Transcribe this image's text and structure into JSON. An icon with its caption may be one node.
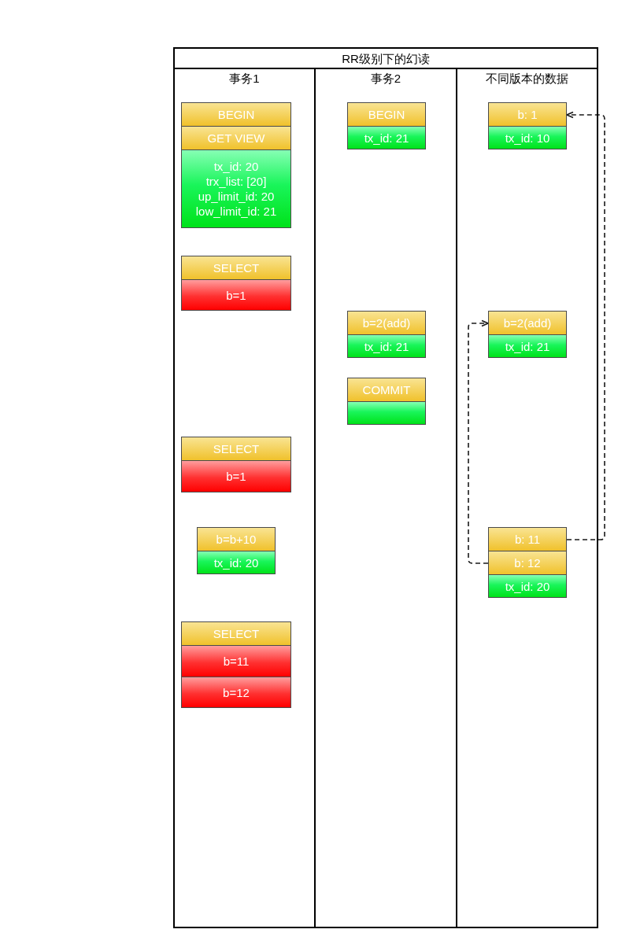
{
  "diagram": {
    "nodes": [
      {
        "text": [
          "RR级别下的幻读"
        ]
      },
      {
        "text": [
          "事务1"
        ],
        "in": 0
      },
      {
        "text": [
          "BEGIN"
        ],
        "in": 1
      },
      {
        "text": [
          "GET VIEW"
        ],
        "in": 1
      },
      {
        "text": [
          "tx_id: 20",
          "trx_list: [20]",
          "up_limit_id: 20",
          "low_limit_id: 21"
        ],
        "in": 1
      },
      {
        "text": [
          "SELECT"
        ],
        "in": 1
      },
      {
        "text": [
          "b=1"
        ],
        "in": 1
      },
      {
        "text": [
          "SELECT"
        ],
        "in": 1
      },
      {
        "text": [
          "b=1"
        ],
        "in": 1
      },
      {
        "text": [
          "b=b+10"
        ],
        "in": 1
      },
      {
        "text": [
          "tx_id: 20"
        ],
        "in": 1
      },
      {
        "text": [
          "SELECT"
        ],
        "in": 1
      },
      {
        "text": [
          "b=11"
        ],
        "in": 1
      },
      {
        "text": [
          "b=12"
        ],
        "in": 1
      },
      {
        "text": [
          "事务2"
        ],
        "in": 0
      },
      {
        "text": [
          "BEGIN"
        ],
        "in": 14
      },
      {
        "text": [
          "tx_id: 21"
        ],
        "in": 14
      },
      {
        "text": [
          "b=2(add)"
        ],
        "in": 14
      },
      {
        "text": [
          "tx_id: 21"
        ],
        "in": 14
      },
      {
        "text": [
          "COMMIT"
        ],
        "in": 14
      },
      {
        "text": [],
        "shape": "box",
        "in": 14
      },
      {
        "text": [
          "不同版本的数据"
        ],
        "in": 0
      },
      {
        "text": [
          "b: 1"
        ],
        "in": 21
      },
      {
        "text": [
          "tx_id: 10"
        ],
        "in": 21
      },
      {
        "text": [
          "b=2(add)"
        ],
        "in": 21
      },
      {
        "text": [
          "tx_id: 21"
        ],
        "in": 21
      },
      {
        "text": [
          "b: 11"
        ],
        "in": 21
      },
      {
        "text": [
          "b: 12"
        ],
        "in": 21
      },
      {
        "text": [
          "tx_id: 20"
        ],
        "in": 21
      }
    ],
    "edges": [
      {
        "from": 26,
        "to": 22,
        "arrow": "to",
        "style": "dashed"
      },
      {
        "from": 27,
        "to": 24,
        "arrow": "to",
        "style": "dashed"
      }
    ]
  }
}
